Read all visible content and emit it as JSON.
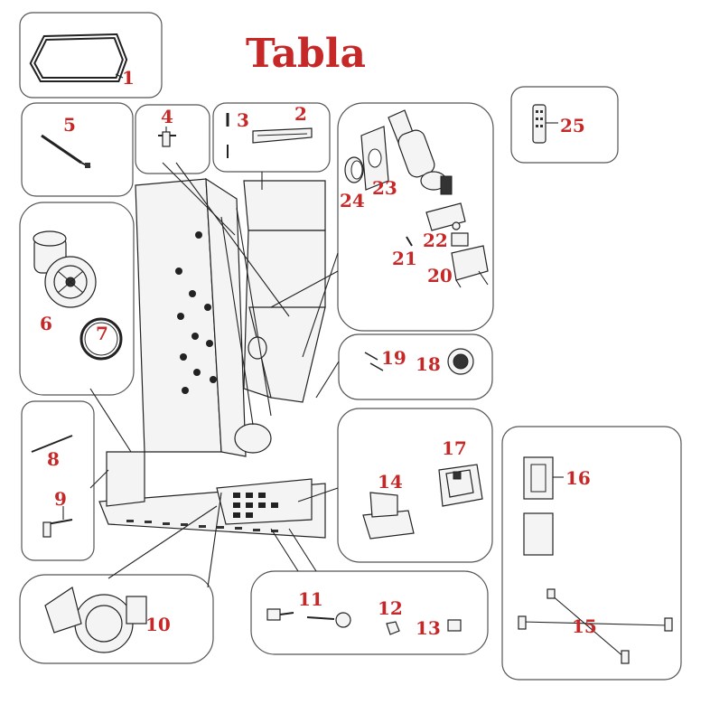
{
  "title": "Tabla",
  "colors": {
    "label": "#c62828",
    "outline": "#555555",
    "ink": "#222222"
  },
  "parts": [
    {
      "num": "1"
    },
    {
      "num": "2"
    },
    {
      "num": "3"
    },
    {
      "num": "4"
    },
    {
      "num": "5"
    },
    {
      "num": "6"
    },
    {
      "num": "7"
    },
    {
      "num": "8"
    },
    {
      "num": "9"
    },
    {
      "num": "10"
    },
    {
      "num": "11"
    },
    {
      "num": "12"
    },
    {
      "num": "13"
    },
    {
      "num": "14"
    },
    {
      "num": "15"
    },
    {
      "num": "16"
    },
    {
      "num": "17"
    },
    {
      "num": "18"
    },
    {
      "num": "19"
    },
    {
      "num": "20"
    },
    {
      "num": "21"
    },
    {
      "num": "22"
    },
    {
      "num": "23"
    },
    {
      "num": "24"
    },
    {
      "num": "25"
    }
  ]
}
